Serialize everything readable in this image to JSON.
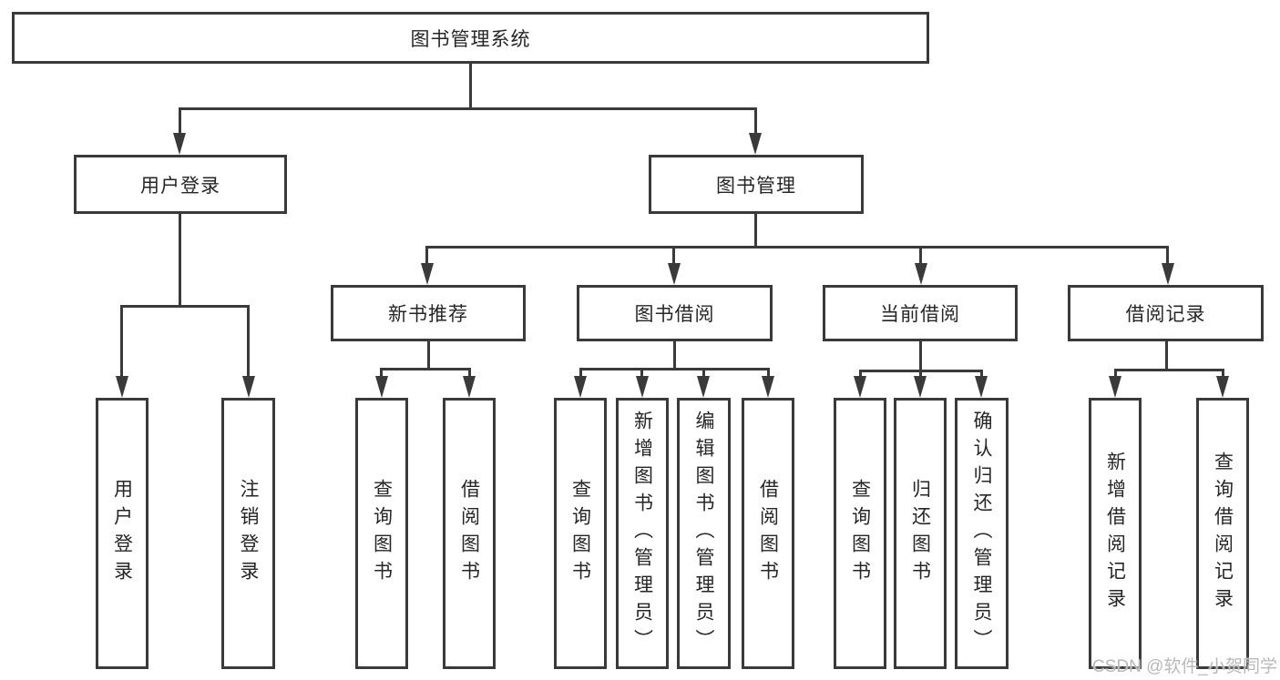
{
  "tree": {
    "root": {
      "label": "图书管理系统"
    },
    "branches": [
      {
        "label": "用户登录",
        "children": [
          {
            "label": "用户登录"
          },
          {
            "label": "注销登录"
          }
        ]
      },
      {
        "label": "图书管理",
        "children": [
          {
            "label": "新书推荐",
            "children": [
              {
                "label": "查询图书"
              },
              {
                "label": "借阅图书"
              }
            ]
          },
          {
            "label": "图书借阅",
            "children": [
              {
                "label": "查询图书"
              },
              {
                "label": "新增图书（管理员）"
              },
              {
                "label": "编辑图书（管理员）"
              },
              {
                "label": "借阅图书"
              }
            ]
          },
          {
            "label": "当前借阅",
            "children": [
              {
                "label": "查询图书"
              },
              {
                "label": "归还图书"
              },
              {
                "label": "确认归还（管理员）"
              }
            ]
          },
          {
            "label": "借阅记录",
            "children": [
              {
                "label": "新增借阅记录"
              },
              {
                "label": "查询借阅记录"
              }
            ]
          }
        ]
      }
    ]
  },
  "watermark": "CSDN @软件_小贺同学",
  "colors": {
    "line": "#3a3a3a",
    "text": "#262626",
    "watermark": "#b9b9b9",
    "background": "#ffffff"
  }
}
